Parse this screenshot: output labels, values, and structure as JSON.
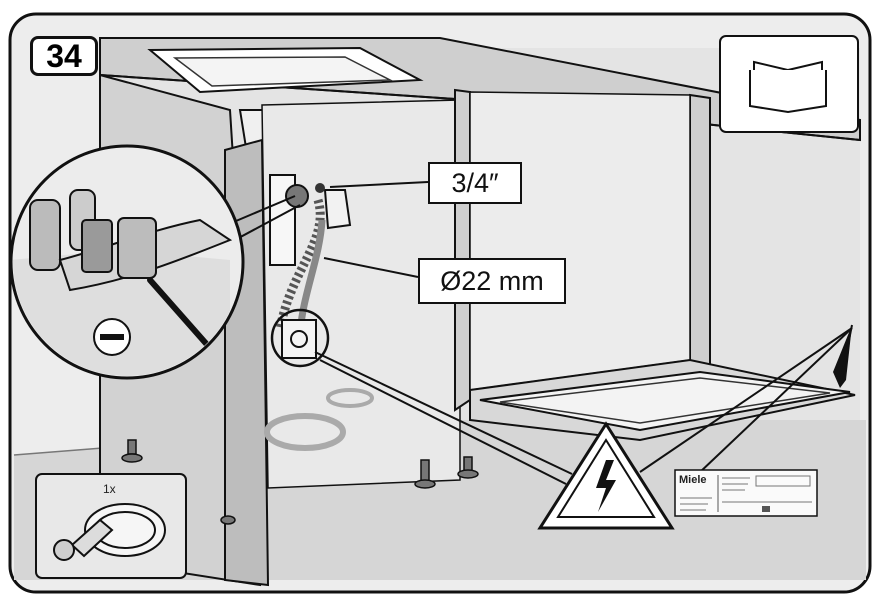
{
  "step": {
    "number": "34"
  },
  "callouts": {
    "thread_size": "3/4″",
    "hose_diameter": "Ø22 mm"
  },
  "inset_clip": {
    "quantity": "1x"
  },
  "rating_plate": {
    "brand": "Miele"
  },
  "icons": {
    "manual": "open-book-icon",
    "warning": "electrical-hazard-icon",
    "tool": "flat-screwdriver-icon"
  },
  "colors": {
    "line": "#111111",
    "panel": "#f2f2f2",
    "warning_fill": "#ffffff"
  }
}
